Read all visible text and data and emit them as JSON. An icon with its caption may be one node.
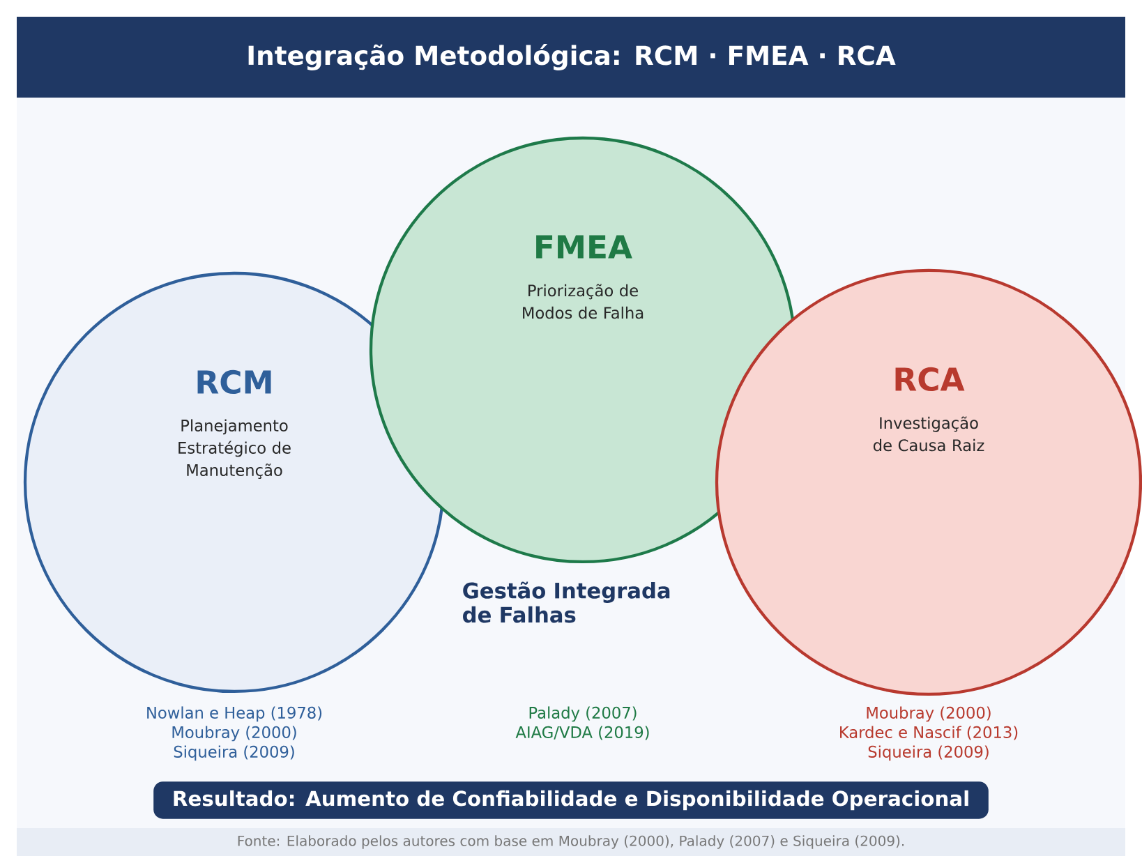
{
  "diagram": {
    "title": "Integração Metodológica: RCM · FMEA · RCA",
    "nodes": [
      {
        "text": [
          "RCM",
          "Planejamento Estratégico de Manutenção"
        ],
        "beside": [
          "Nowlan e Heap (1978)",
          "Moubray (2000)",
          "Siqueira (2009)"
        ]
      },
      {
        "text": [
          "FMEA",
          "Priorização de Modos de Falha"
        ],
        "beside": [
          "Palady (2007)",
          "AIAG/VDA (2019)"
        ]
      },
      {
        "text": [
          "RCA",
          "Investigação de Causa Raiz"
        ],
        "beside": [
          "Moubray (2000)",
          "Kardec e Nascif (2013)",
          "Siqueira (2009)"
        ]
      },
      {
        "text": [
          "Resultado: Aumento de Confiabilidade e Disponibilidade Operacional"
        ]
      }
    ],
    "labels": [
      "Gestão Integrada de Falhas"
    ],
    "caption": "Fonte: Elaborado pelos autores com base em Moubray (2000), Palady (2007) e Siqueira (2009)."
  }
}
